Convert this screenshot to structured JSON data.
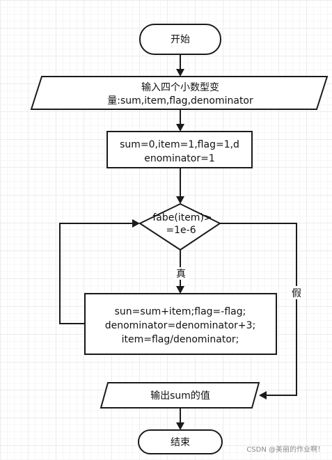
{
  "nodes": {
    "start": "开始",
    "input_line1": "输入四个小数型变",
    "input_line2": "量:sum,item,flag,denominator",
    "init_line1": "sum=0,item=1,flag=1,d",
    "init_line2": "enominator=1",
    "cond_line1": "fabe(item)>",
    "cond_line2": "=1e-6",
    "body_line1": "sun=sum+item;flag=-flag;",
    "body_line2": "denominator=denominator+3;",
    "body_line3": "item=flag/denominator;",
    "output": "输出sum的值",
    "end": "结束"
  },
  "edges": {
    "true_label": "真",
    "false_label": "假"
  },
  "watermark": "CSDN @美丽的作业啊！"
}
